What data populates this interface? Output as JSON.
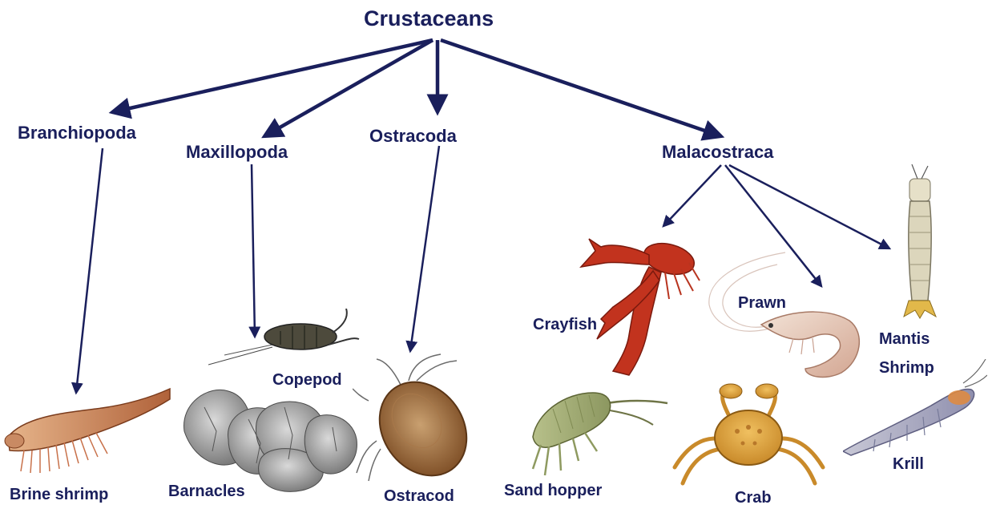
{
  "root": {
    "label": "Crustaceans"
  },
  "classes": {
    "branchiopoda": "Branchiopoda",
    "maxillopoda": "Maxillopoda",
    "ostracoda": "Ostracoda",
    "malacostraca": "Malacostraca"
  },
  "examples": {
    "brine_shrimp": "Brine shrimp",
    "copepod": "Copepod",
    "barnacles": "Barnacles",
    "ostracod": "Ostracod",
    "crayfish": "Crayfish",
    "prawn": "Prawn",
    "mantis_shrimp_1": "Mantis",
    "mantis_shrimp_2": "Shrimp",
    "sand_hopper": "Sand hopper",
    "crab": "Crab",
    "krill": "Krill"
  },
  "colors": {
    "text": "#1a1f5c",
    "arrow": "#1a1f5c"
  }
}
